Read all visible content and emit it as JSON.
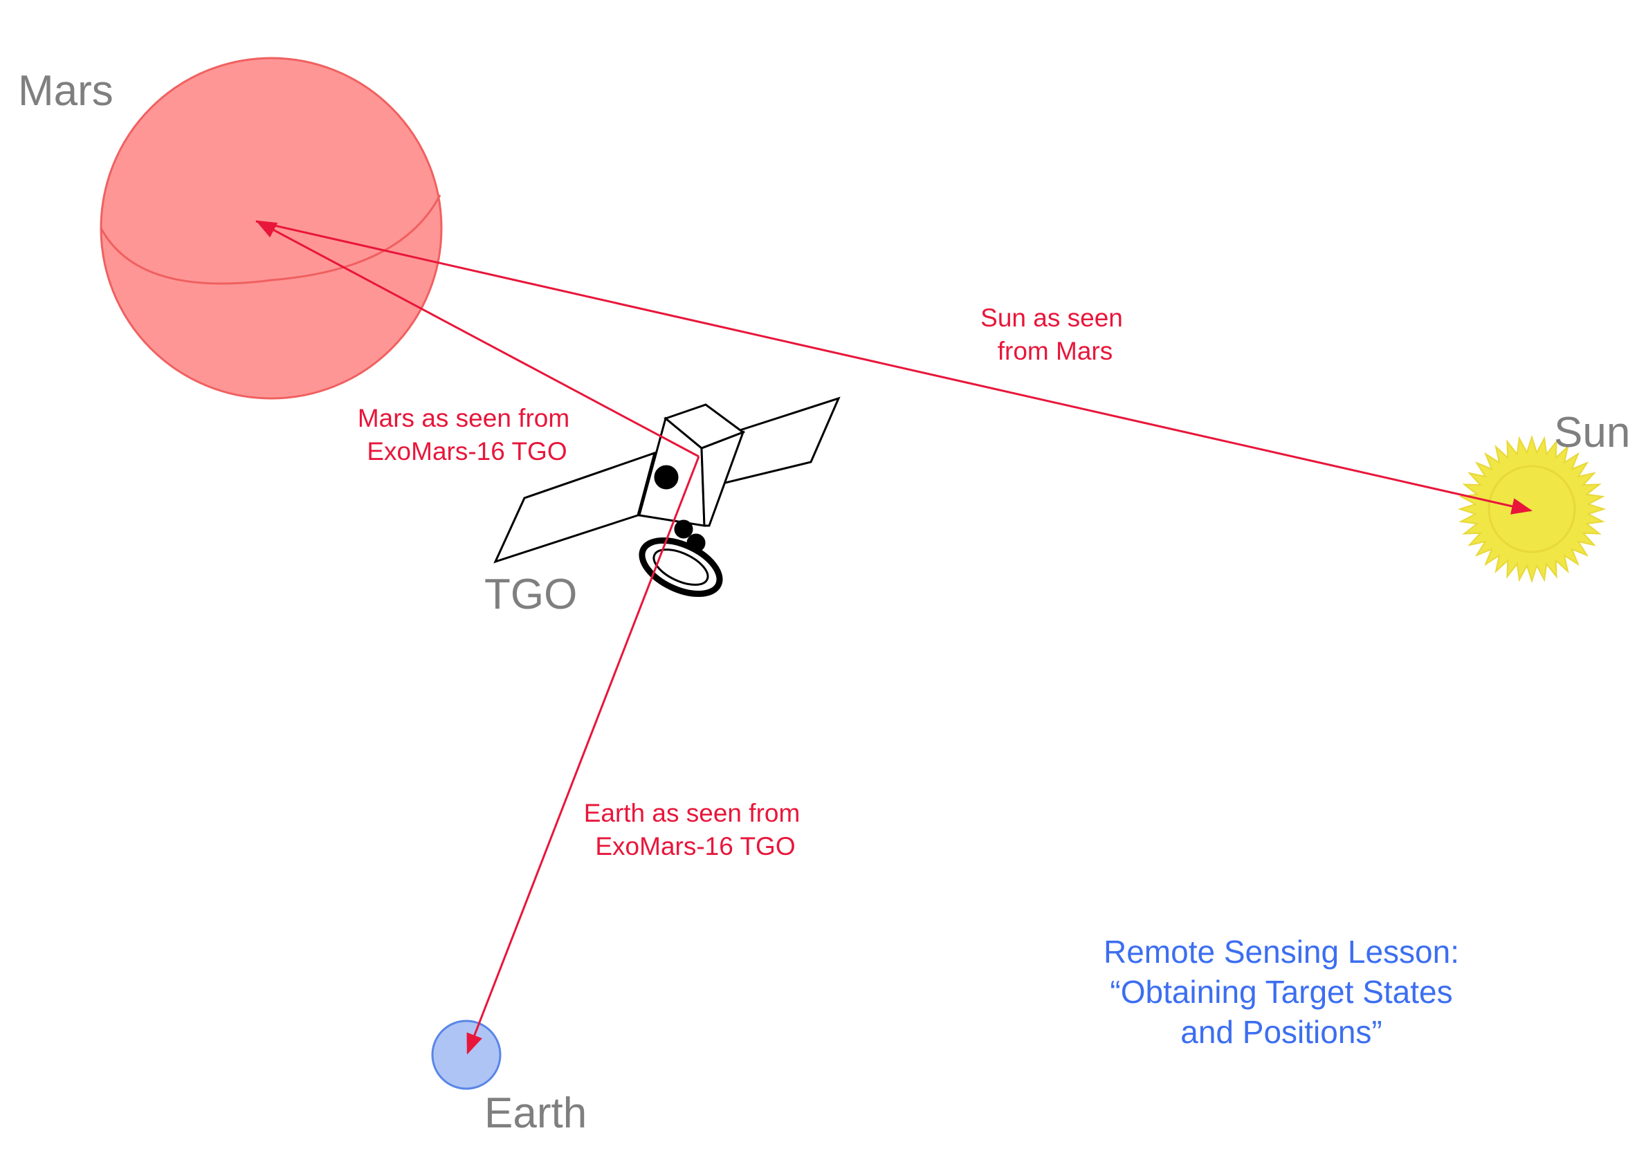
{
  "bodies": {
    "mars": {
      "label": "Mars"
    },
    "sun": {
      "label": "Sun"
    },
    "earth": {
      "label": "Earth"
    },
    "tgo": {
      "label": "TGO"
    }
  },
  "vectors": {
    "sun_from_mars": {
      "line1": "Sun as seen",
      "line2": "from Mars"
    },
    "mars_from_tgo": {
      "line1": "Mars as seen from",
      "line2": "ExoMars-16 TGO"
    },
    "earth_from_tgo": {
      "line1": "Earth as seen from",
      "line2": "ExoMars-16 TGO"
    }
  },
  "lesson": {
    "line1": "Remote Sensing Lesson:",
    "line2": "“Obtaining Target States",
    "line3": "and Positions”"
  },
  "colors": {
    "mars_fill": "#ff9696",
    "mars_stroke": "#f06060",
    "sun_fill": "#f0e646",
    "sun_ray": "#e8d83a",
    "earth_fill": "#aec4f5",
    "earth_stroke": "#5a86e6",
    "vector": "#e8163a",
    "label_gray": "#7f7f7f",
    "lesson_blue": "#3c6ef0"
  }
}
